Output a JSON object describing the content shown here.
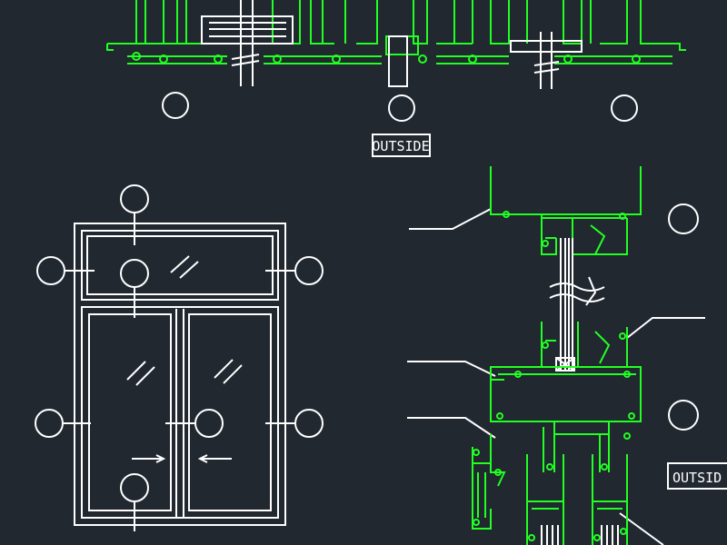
{
  "drawing": {
    "background": "#212830",
    "line_colors": {
      "profile": "#22ff22",
      "annotation": "#ffffff"
    },
    "labels": {
      "outside_top": "OUTSIDE",
      "outside_right": "OUTSID"
    },
    "views": [
      "horizontal-section",
      "window-elevation",
      "vertical-section"
    ]
  }
}
